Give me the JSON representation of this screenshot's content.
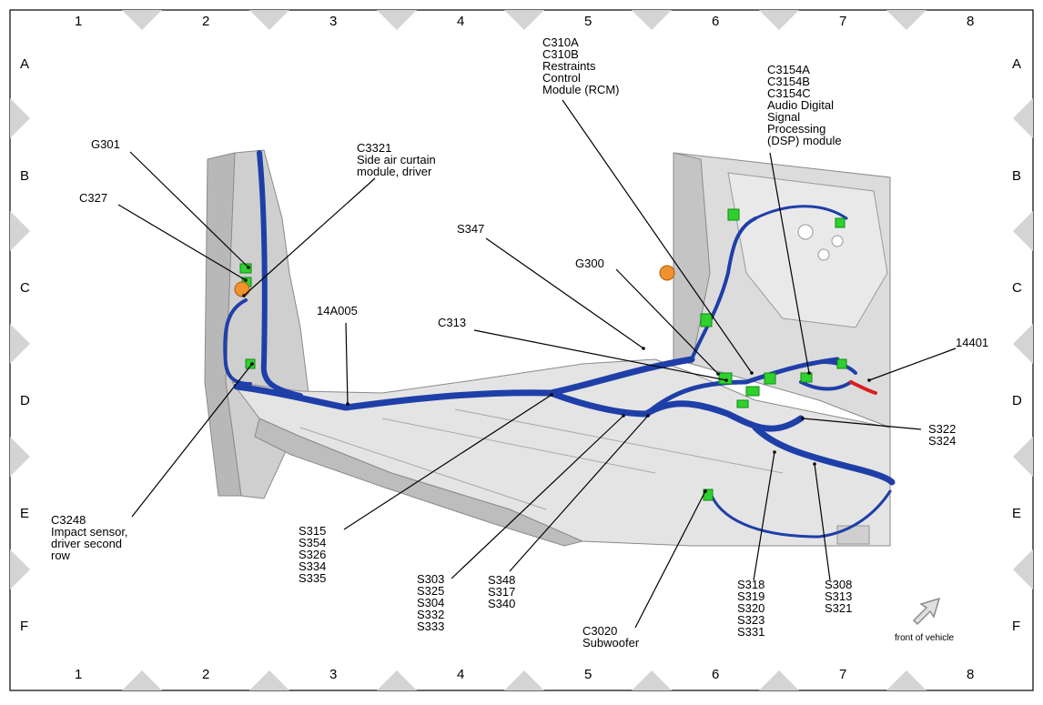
{
  "grid": {
    "columns": [
      "1",
      "2",
      "3",
      "4",
      "5",
      "6",
      "7",
      "8"
    ],
    "rows": [
      "A",
      "B",
      "C",
      "D",
      "E",
      "F"
    ]
  },
  "labels": {
    "c310": [
      "C310A",
      "C310B",
      "Restraints",
      "Control",
      "Module (RCM)"
    ],
    "c3154": [
      "C3154A",
      "C3154B",
      "C3154C",
      "Audio Digital",
      "Signal",
      "Processing",
      "(DSP) module"
    ],
    "g301": [
      "G301"
    ],
    "c327": [
      "C327"
    ],
    "c3321": [
      "C3321",
      "Side air curtain",
      "module, driver"
    ],
    "s347": [
      "S347"
    ],
    "g300": [
      "G300"
    ],
    "c313": [
      "C313"
    ],
    "w14a005": [
      "14A005"
    ],
    "w14401": [
      "14401"
    ],
    "s322": [
      "S322",
      "S324"
    ],
    "c3248": [
      "C3248",
      "Impact sensor,",
      "driver second",
      "row"
    ],
    "s315": [
      "S315",
      "S354",
      "S326",
      "S334",
      "S335"
    ],
    "s303": [
      "S303",
      "S325",
      "S304",
      "S332",
      "S333"
    ],
    "s348": [
      "S348",
      "S317",
      "S340"
    ],
    "c3020": [
      "C3020",
      "Subwoofer"
    ],
    "s318": [
      "S318",
      "S319",
      "S320",
      "S323",
      "S331"
    ],
    "s308": [
      "S308",
      "S313",
      "S321"
    ]
  },
  "front_of_vehicle": "front of vehicle",
  "colors": {
    "harness": "#1f3fa8",
    "connector": "#2ed12e",
    "ground": "#f0922e",
    "body_panel": "#d9d9d9",
    "red_wire": "#d81e1e"
  }
}
